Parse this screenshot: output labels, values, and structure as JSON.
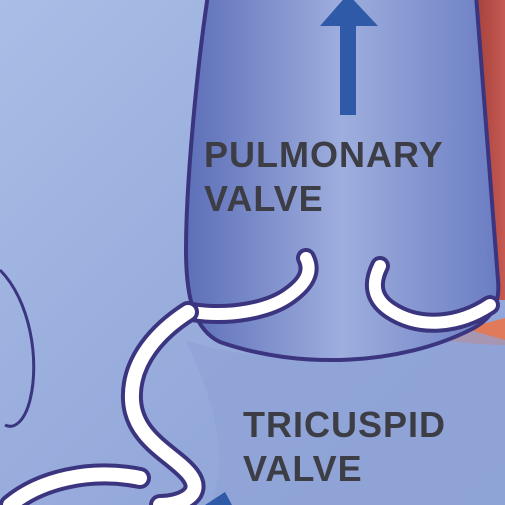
{
  "labels": {
    "pulmonary": {
      "line1": "PULMONARY",
      "line2": "VALVE"
    },
    "tricuspid": {
      "line1": "TRICUSPID",
      "line2": "VALVE"
    }
  },
  "colors": {
    "background": "#9db0dd",
    "artery_fill": "#7b8fd0",
    "outline": "#3b3580",
    "arrow": "#2f5aa8",
    "aorta": "#c0504a",
    "aorta_edge": "#e07a5a",
    "valve_leaflet": "#ffffff",
    "label_text": "#3d3d45"
  },
  "icons": {
    "flow_arrow": "arrow-up-icon"
  }
}
